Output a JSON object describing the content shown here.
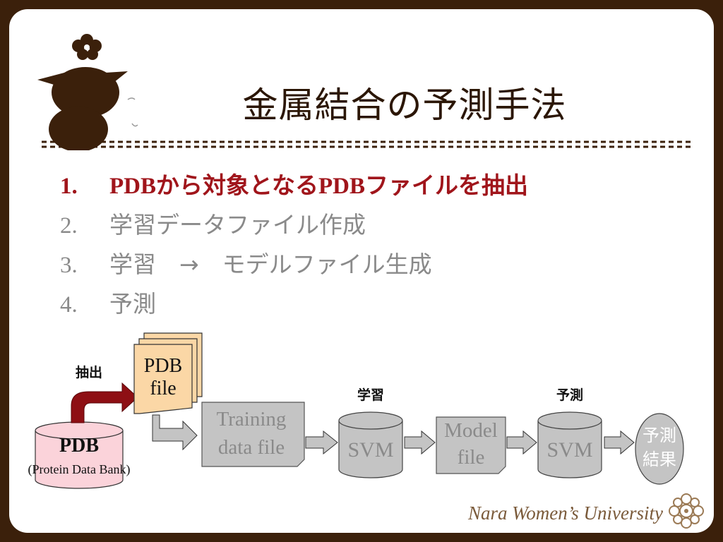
{
  "title": "金属結合の予測手法",
  "steps": [
    {
      "num": "1.",
      "label": "PDBから対象となるPDBファイルを抽出"
    },
    {
      "num": "2.",
      "label": "学習データファイル作成"
    },
    {
      "num": "3.",
      "label": "学習　→　モデルファイル生成"
    },
    {
      "num": "4.",
      "label": "予測"
    }
  ],
  "diagram": {
    "extract_label": "抽出",
    "pdb_file": [
      "PDB",
      "file"
    ],
    "pdb_db_title": "PDB",
    "pdb_db_subtitle": "(Protein Data Bank)",
    "training_file": [
      "Training",
      "data file"
    ],
    "learn_label": "学習",
    "svm1": "SVM",
    "model_file": [
      "Model",
      "file"
    ],
    "predict_label": "予測",
    "svm2": "SVM",
    "result": [
      "予測",
      "結果"
    ]
  },
  "footer": "Nara Women’s University",
  "colors": {
    "frame": "#3b200b",
    "active_step": "#a0151b",
    "inactive_step": "#8a8a8a",
    "pdb_db_fill": "#fbd3da",
    "pdb_file_fill": "#fbd7a6",
    "gray_shape": "#c4c4c4",
    "extract_arrow": "#8e0f14"
  },
  "icons": {
    "mascot": "deer-mascot-icon",
    "crest": "university-crest-icon"
  }
}
